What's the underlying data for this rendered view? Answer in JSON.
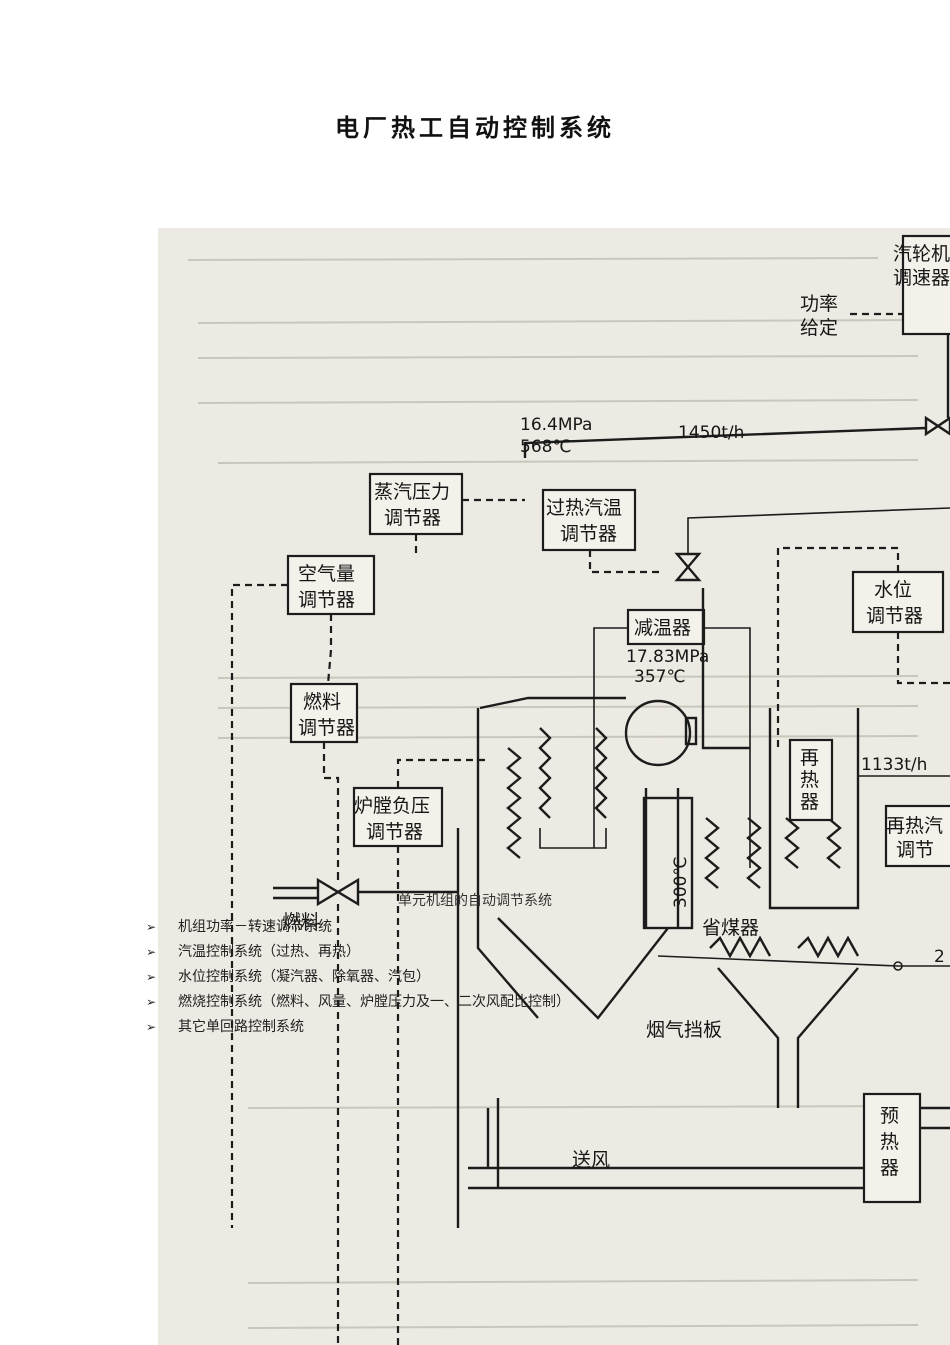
{
  "document": {
    "title": "电厂热工自动控制系统",
    "caption": "单元机组的自动调节系统",
    "bullets": [
      "机组功率－转速调节系统",
      "汽温控制系统（过热、再热）",
      "水位控制系统（凝汽器、除氧器、汽包）",
      "燃烧控制系统（燃料、风量、炉膛压力及一、二次风配比控制）",
      "其它单回路控制系统"
    ],
    "bullet_icon": "arrow-bullet-icon"
  },
  "figure": {
    "labels": {
      "turbine_governor_1": "汽轮机",
      "turbine_governor_2": "调速器",
      "power_setpoint_1": "功率",
      "power_setpoint_2": "给定",
      "steam_pressure": "16.4MPa",
      "steam_temp": "568℃",
      "steam_flow": "1450t/h",
      "pressure_ctrl_1": "蒸汽压力",
      "pressure_ctrl_2": "调节器",
      "superheat_ctrl_1": "过热汽温",
      "superheat_ctrl_2": "调节器",
      "air_ctrl_1": "空气量",
      "air_ctrl_2": "调节器",
      "water_level_ctrl_1": "水位",
      "water_level_ctrl_2": "调节器",
      "desuperheater": "减温器",
      "drum_pressure": "17.83MPa",
      "drum_temp": "357℃",
      "fuel_ctrl_1": "燃料",
      "fuel_ctrl_2": "调节器",
      "reheater_1": "再",
      "reheater_2": "热",
      "reheater_3": "器",
      "reheat_flow": "1133t/h",
      "furnace_ctrl_1": "炉膛负压",
      "furnace_ctrl_2": "调节器",
      "reheat_ctrl_1": "再热汽",
      "reheat_ctrl_2": "调节",
      "fuel_in": "燃料",
      "flue_temp": "300℃",
      "economizer": "省煤器",
      "feedwater_mark": "2",
      "flue_damper": "烟气挡板",
      "preheater_1": "预",
      "preheater_2": "热",
      "preheater_3": "器",
      "air_supply": "送风"
    }
  }
}
